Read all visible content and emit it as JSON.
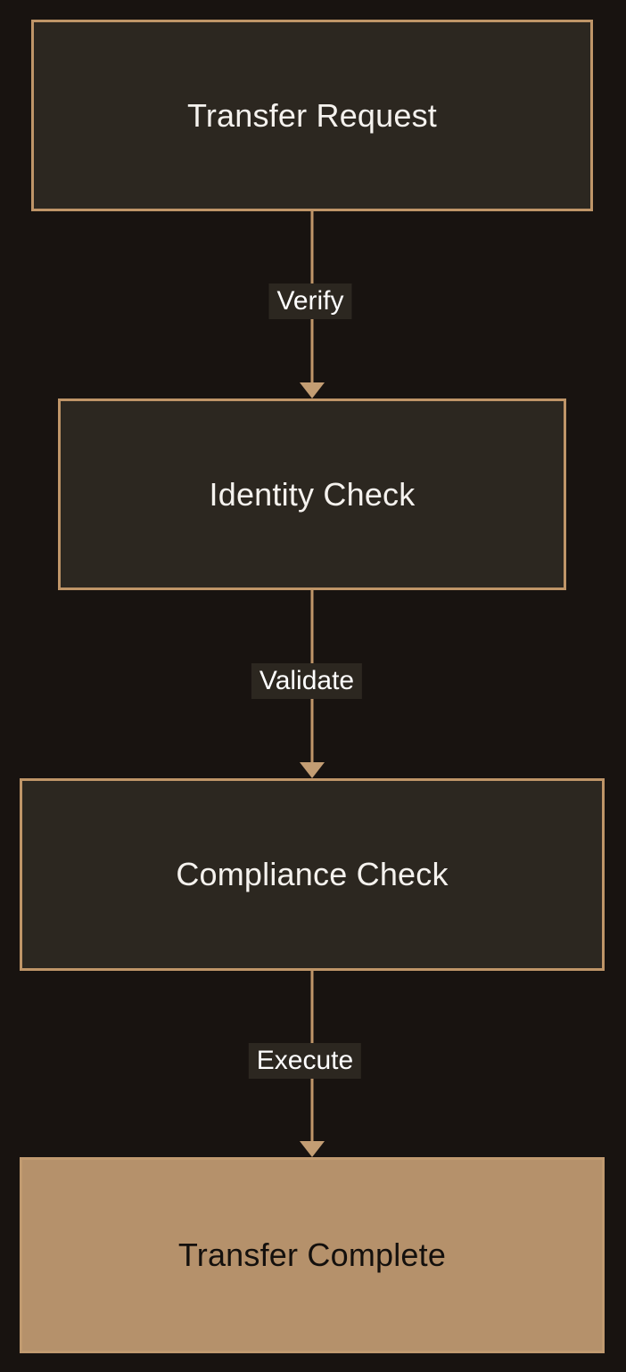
{
  "diagram": {
    "type": "flowchart",
    "direction": "top-to-bottom",
    "title": "",
    "colors": {
      "background": "#181310",
      "node_fill": "#2c2720",
      "node_border": "#bf9568",
      "node_text": "#f5f2ee",
      "terminal_fill": "#b5916b",
      "terminal_text": "#14100d",
      "edge_stroke": "#bf9568",
      "edge_label_text": "#ffffff"
    },
    "nodes": [
      {
        "id": "transfer-request",
        "label": "Transfer Request",
        "style": "outlined"
      },
      {
        "id": "identity-check",
        "label": "Identity Check",
        "style": "outlined"
      },
      {
        "id": "compliance-check",
        "label": "Compliance Check",
        "style": "outlined"
      },
      {
        "id": "transfer-complete",
        "label": "Transfer Complete",
        "style": "filled"
      }
    ],
    "edges": [
      {
        "id": "verify",
        "from": "transfer-request",
        "to": "identity-check",
        "label": "Verify"
      },
      {
        "id": "validate",
        "from": "identity-check",
        "to": "compliance-check",
        "label": "Validate"
      },
      {
        "id": "execute",
        "from": "compliance-check",
        "to": "transfer-complete",
        "label": "Execute"
      }
    ]
  }
}
